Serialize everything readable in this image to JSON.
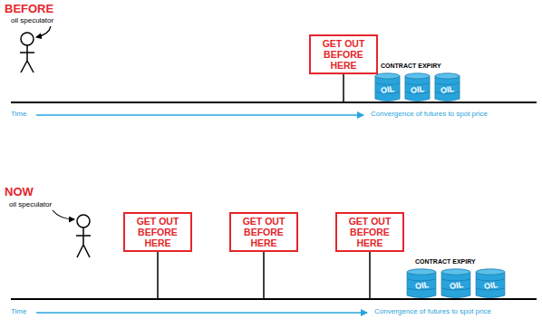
{
  "diagram": {
    "nodes": [
      {
        "text": [
          "GET OUT BEFORE HERE"
        ]
      },
      {
        "text": [
          "OIL"
        ]
      },
      {
        "text": [
          "OIL"
        ]
      },
      {
        "text": [
          "OIL"
        ]
      },
      {
        "text": [
          "GET OUT BEFORE HERE"
        ]
      },
      {
        "text": [
          "GET OUT BEFORE HERE"
        ]
      },
      {
        "text": [
          "GET OUT BEFORE HERE"
        ]
      },
      {
        "text": [
          "OIL"
        ]
      },
      {
        "text": [
          "OIL"
        ]
      },
      {
        "text": [
          "OIL"
        ]
      }
    ],
    "labels": [
      "BEFORE",
      "oil speculator",
      "CONTRACT EXPIRY",
      "Time",
      "Convergence of futures to spot price",
      "NOW",
      "oil speculator",
      "CONTRACT EXPIRY",
      "Time",
      "Convergence of futures to spot price"
    ]
  }
}
